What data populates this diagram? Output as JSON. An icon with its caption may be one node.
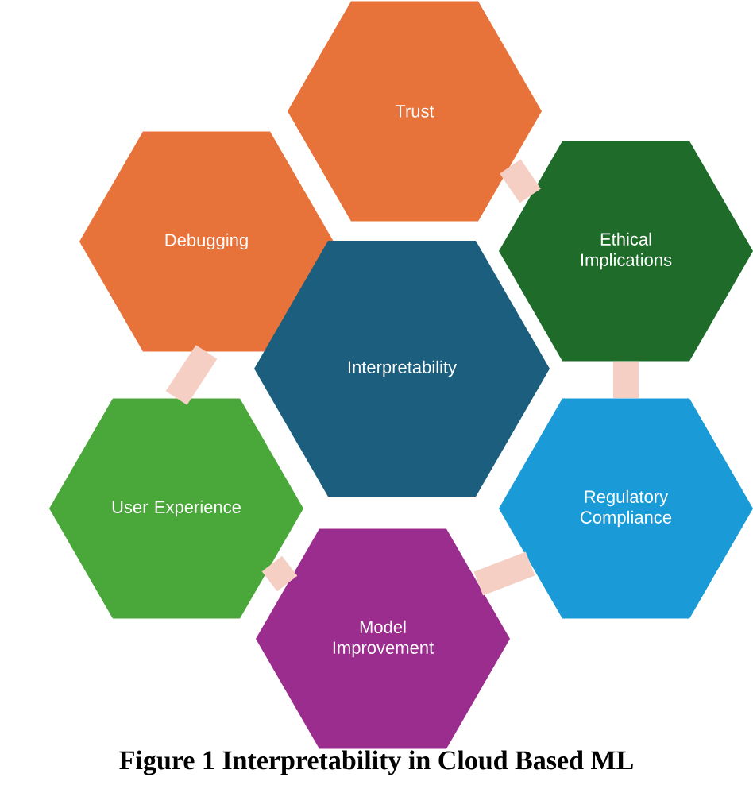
{
  "diagram": {
    "caption": "Figure 1 Interpretability in Cloud Based ML",
    "nodes": [
      {
        "text": [
          "Trust"
        ]
      },
      {
        "text": [
          "Debugging"
        ]
      },
      {
        "text": [
          "Ethical Implications"
        ]
      },
      {
        "text": [
          "Interpretability"
        ]
      },
      {
        "text": [
          "User Experience"
        ]
      },
      {
        "text": [
          "Regulatory Compliance"
        ]
      },
      {
        "text": [
          "Model Improvement"
        ]
      }
    ],
    "edges": [
      {
        "from": 0,
        "to": 2,
        "arrow": "none"
      },
      {
        "from": 2,
        "to": 5,
        "arrow": "none"
      },
      {
        "from": 5,
        "to": 6,
        "arrow": "none"
      },
      {
        "from": 6,
        "to": 4,
        "arrow": "none"
      },
      {
        "from": 4,
        "to": 1,
        "arrow": "none"
      }
    ]
  }
}
